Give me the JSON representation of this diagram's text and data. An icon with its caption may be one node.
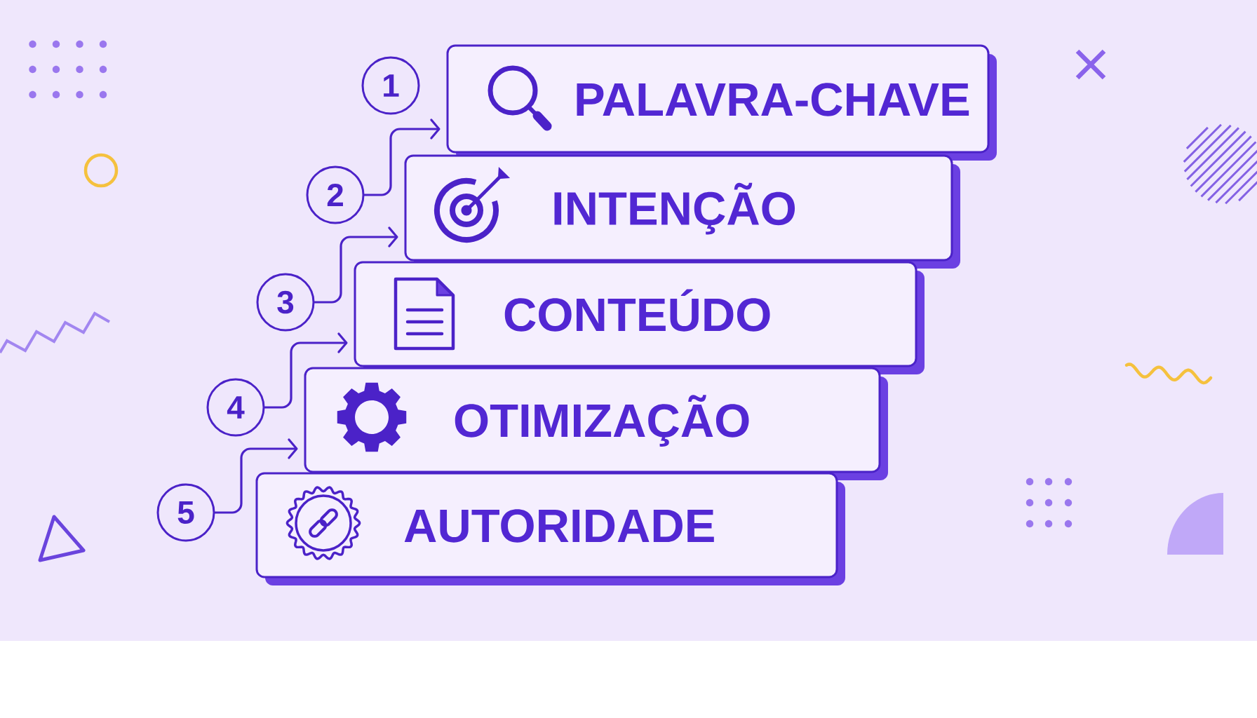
{
  "diagram": {
    "nodes": [
      {
        "text": [
          "1"
        ]
      },
      {
        "text": [
          "PALAVRA-CHAVE"
        ]
      },
      {
        "text": [
          "2"
        ]
      },
      {
        "text": [
          "INTENÇÃO"
        ]
      },
      {
        "text": [
          "3"
        ]
      },
      {
        "text": [
          "CONTEÚDO"
        ]
      },
      {
        "text": [
          "4"
        ]
      },
      {
        "text": [
          "OTIMIZAÇÃO"
        ]
      },
      {
        "text": [
          "5"
        ]
      },
      {
        "text": [
          "AUTORIDADE"
        ]
      }
    ],
    "edges": [
      {
        "from": 2,
        "to": 1,
        "arrow": "to"
      },
      {
        "from": 4,
        "to": 3,
        "arrow": "to"
      },
      {
        "from": 6,
        "to": 5,
        "arrow": "to"
      },
      {
        "from": 8,
        "to": 7,
        "arrow": "to"
      }
    ]
  }
}
